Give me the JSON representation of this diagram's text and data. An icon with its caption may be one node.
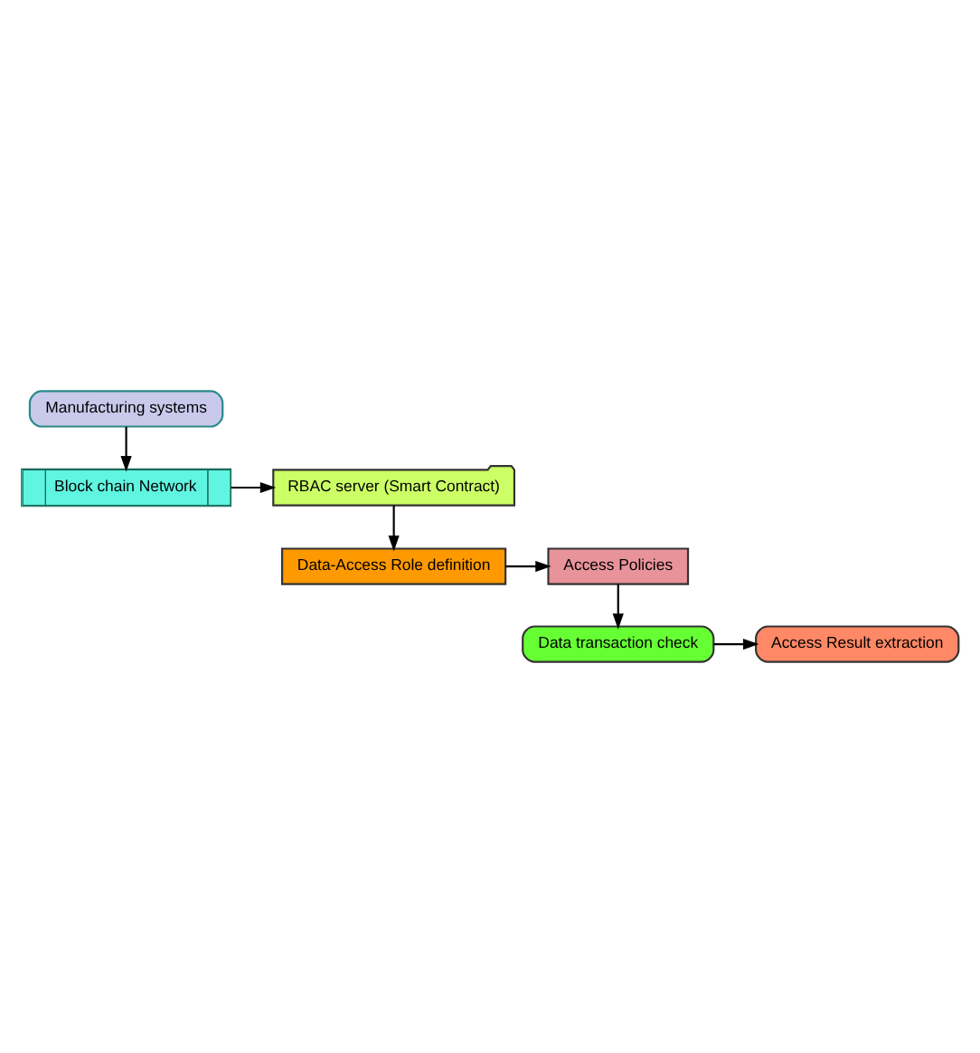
{
  "diagram": {
    "nodes": [
      {
        "text": [
          "Manufacturing systems"
        ]
      },
      {
        "text": [
          "Block chain Network"
        ]
      },
      {
        "text": [
          "RBAC server (Smart Contract)"
        ]
      },
      {
        "text": [
          "Data-Access Role definition"
        ]
      },
      {
        "text": [
          "Access Policies"
        ]
      },
      {
        "text": [
          "Data transaction check"
        ]
      },
      {
        "text": [
          "Access Result extraction"
        ]
      }
    ],
    "edges": [
      {
        "from": 0,
        "to": 1,
        "arrow": "to"
      },
      {
        "from": 1,
        "to": 2,
        "arrow": "to"
      },
      {
        "from": 2,
        "to": 3,
        "arrow": "to"
      },
      {
        "from": 3,
        "to": 4,
        "arrow": "to"
      },
      {
        "from": 4,
        "to": 5,
        "arrow": "to"
      },
      {
        "from": 5,
        "to": 6,
        "arrow": "to"
      }
    ]
  }
}
